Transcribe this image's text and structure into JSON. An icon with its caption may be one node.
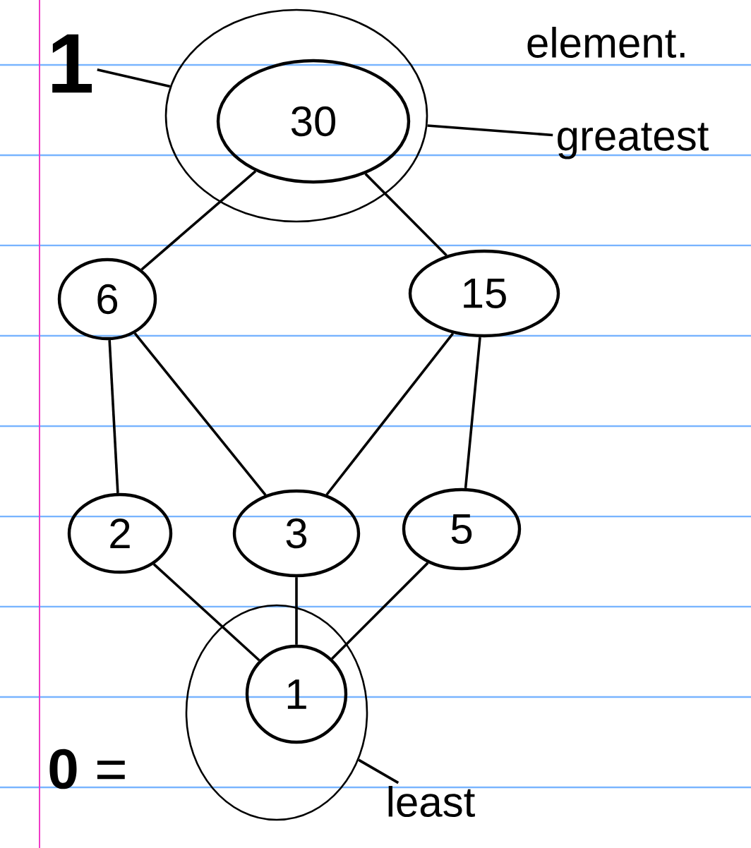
{
  "diagram": {
    "nodes": [
      {
        "text": [],
        "shape": "circle"
      },
      {
        "text": [
          "30"
        ],
        "in": 0
      },
      {
        "text": [
          "6"
        ]
      },
      {
        "text": [
          "15"
        ]
      },
      {
        "text": [
          "2"
        ]
      },
      {
        "text": [
          "3"
        ]
      },
      {
        "text": [
          "5"
        ]
      },
      {
        "text": [],
        "shape": "circle"
      },
      {
        "text": [
          "1"
        ],
        "in": 7
      },
      {
        "text": [
          "1"
        ]
      },
      {
        "text": [
          "greatest"
        ]
      },
      {
        "text": [
          "least"
        ]
      }
    ],
    "edges": [
      {
        "from": 9,
        "to": 0,
        "arrow": "none"
      },
      {
        "from": 10,
        "to": 0,
        "arrow": "none"
      },
      {
        "from": 1,
        "to": 2,
        "arrow": "none"
      },
      {
        "from": 1,
        "to": 3,
        "arrow": "none"
      },
      {
        "from": 2,
        "to": 4,
        "arrow": "none"
      },
      {
        "from": 2,
        "to": 5,
        "arrow": "none"
      },
      {
        "from": 3,
        "to": 5,
        "arrow": "none"
      },
      {
        "from": 3,
        "to": 6,
        "arrow": "none"
      },
      {
        "from": 4,
        "to": 8,
        "arrow": "none"
      },
      {
        "from": 5,
        "to": 8,
        "arrow": "none"
      },
      {
        "from": 6,
        "to": 8,
        "arrow": "none"
      },
      {
        "from": 11,
        "to": 7,
        "arrow": "none"
      }
    ],
    "labels": [
      "element.",
      "**0** ="
    ]
  }
}
